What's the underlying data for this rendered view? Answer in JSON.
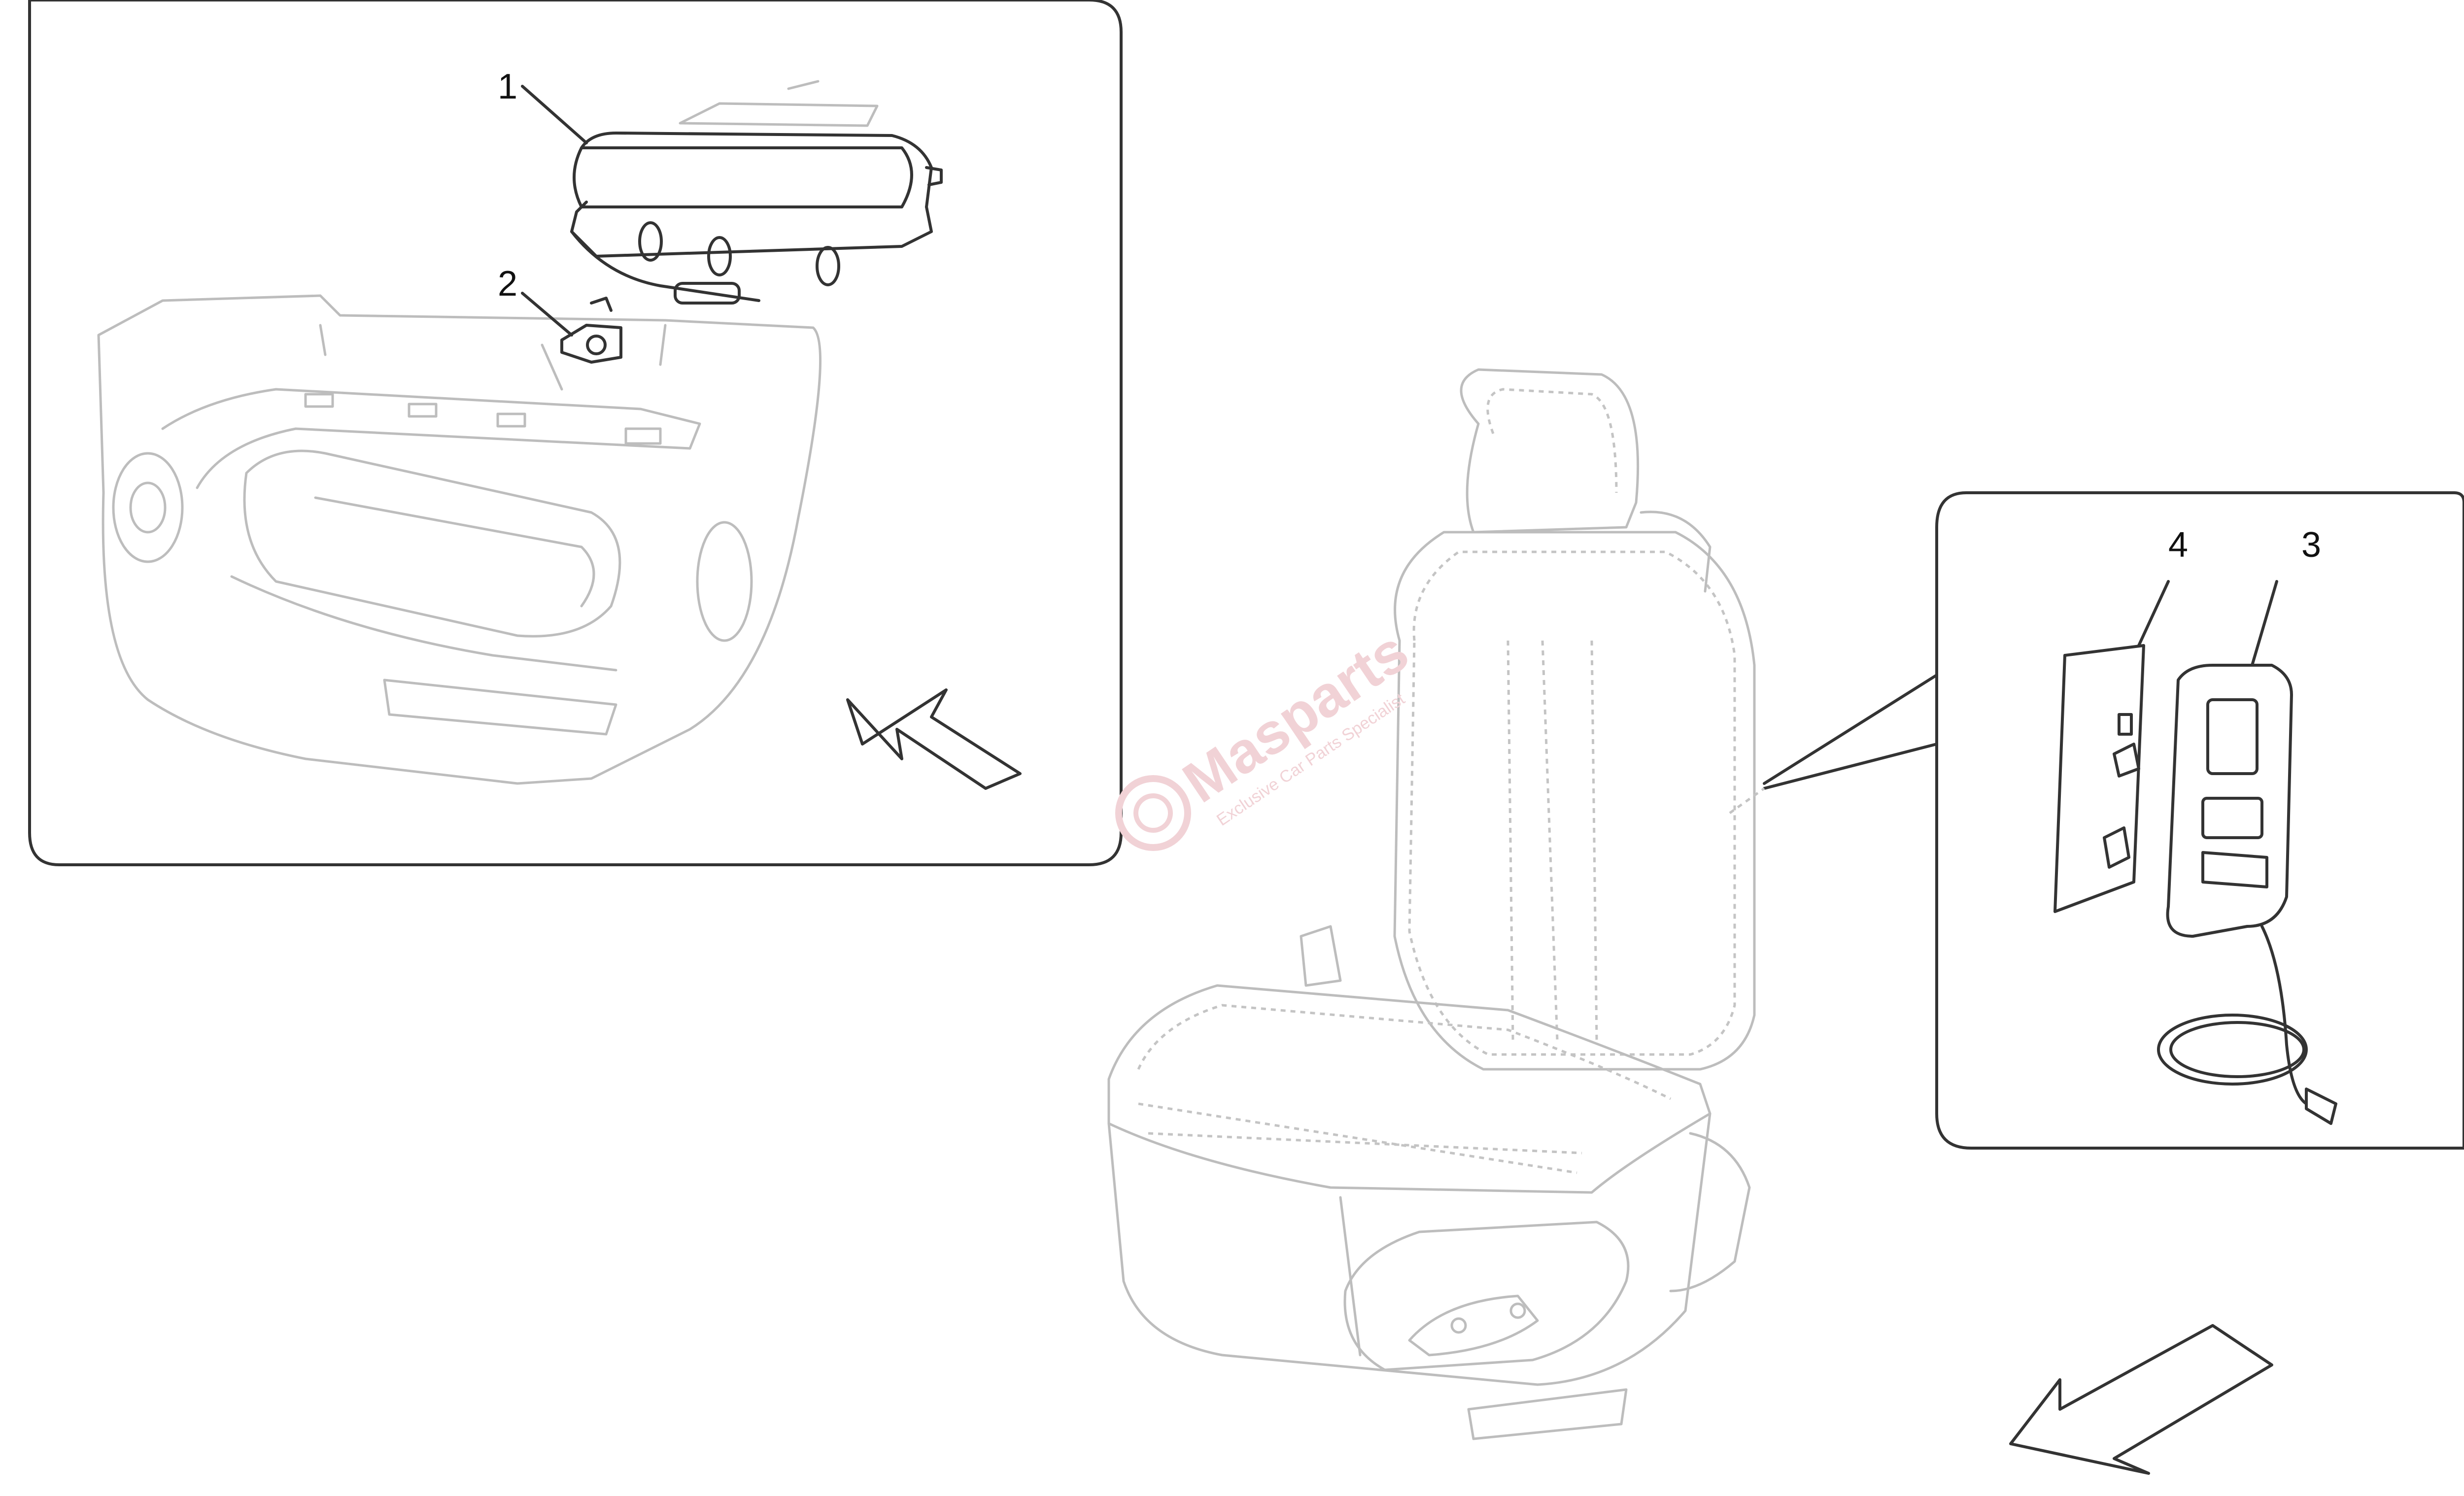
{
  "callouts": [
    {
      "id": "1",
      "label": "1"
    },
    {
      "id": "2",
      "label": "2"
    },
    {
      "id": "3",
      "label": "3"
    },
    {
      "id": "4",
      "label": "4"
    }
  ],
  "watermark": {
    "brand": "Masparts",
    "tagline": "Exclusive Car Parts Specialist"
  },
  "colors": {
    "line": "#333333",
    "ghost_line": "#bdbdbd",
    "watermark": "#f1d2d6"
  }
}
